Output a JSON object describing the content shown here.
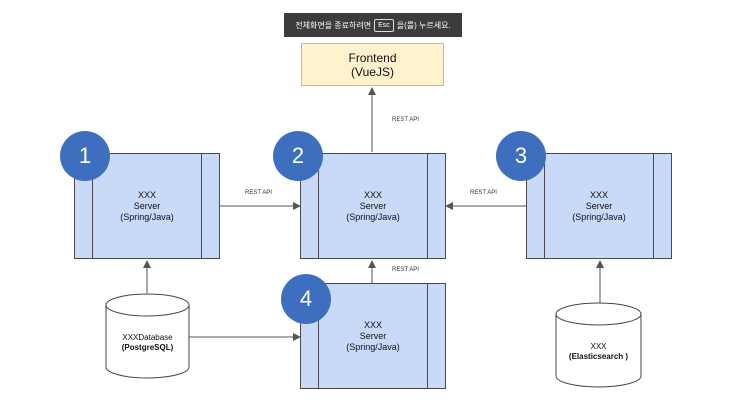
{
  "toast": {
    "before": "전체화면을 종료하려면",
    "key": "Esc",
    "after": "을(를) 누르세요."
  },
  "frontend": {
    "line1": "Frontend",
    "line2": "(VueJS)"
  },
  "servers": [
    {
      "badge": "1",
      "line1": "XXX",
      "line2": "Server",
      "line3": "(Spring/Java)"
    },
    {
      "badge": "2",
      "line1": "XXX",
      "line2": "Server",
      "line3": "(Spring/Java)"
    },
    {
      "badge": "3",
      "line1": "XXX",
      "line2": "Server",
      "line3": "(Spring/Java)"
    },
    {
      "badge": "4",
      "line1": "XXX",
      "line2": "Server",
      "line3": "(Spring/Java)"
    }
  ],
  "databases": [
    {
      "line1": "XXXDatabase",
      "line2": "(PostgreSQL)"
    },
    {
      "line1": "XXX",
      "line2": "(Elasticsearch )"
    }
  ],
  "edges": {
    "s2_frontend": "REST API",
    "s1_s2": "REST API",
    "s3_s2": "REST API",
    "s4_s2": "REST API"
  }
}
